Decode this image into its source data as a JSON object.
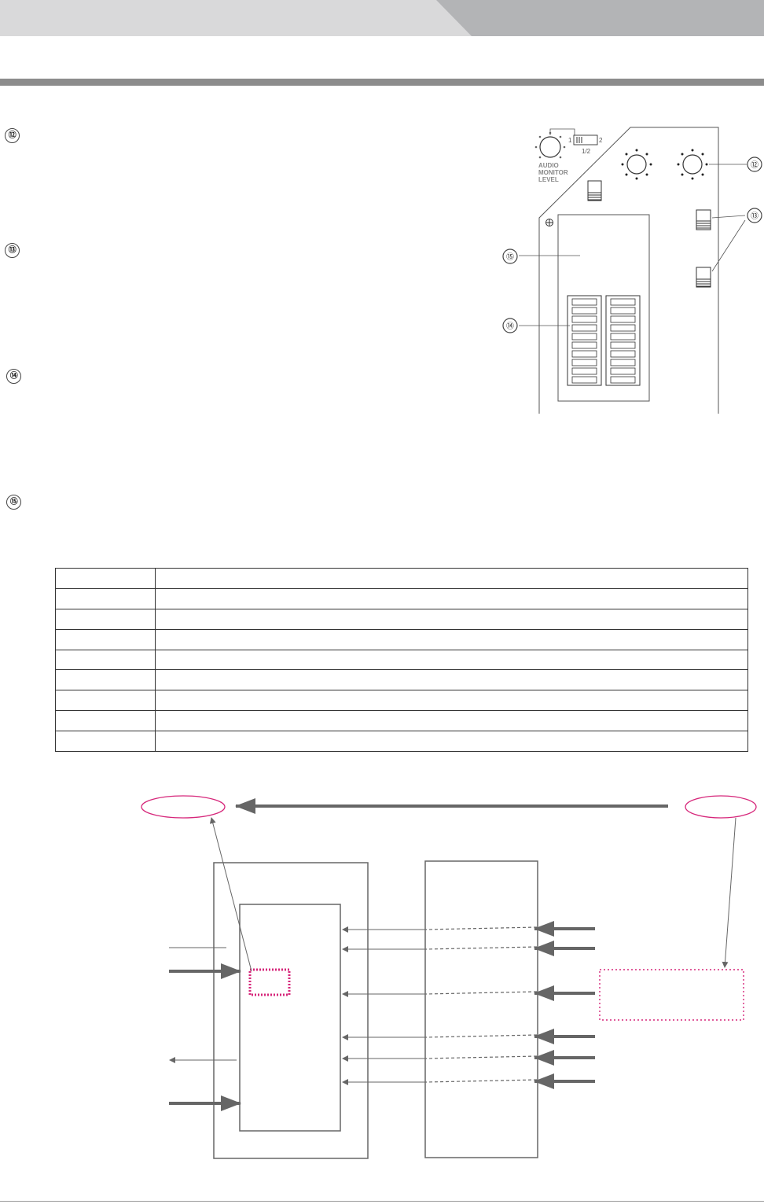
{
  "header": {
    "colors": {
      "band_left": "#d9d9da",
      "band_right": "#b3b4b6",
      "rule": "#8c8c8c"
    }
  },
  "sections": [
    {
      "number": "⑫"
    },
    {
      "number": "⑬"
    },
    {
      "number": "⑭"
    },
    {
      "number": "⑮"
    }
  ],
  "panel": {
    "audio_monitor_label": [
      "AUDIO",
      "MONITOR",
      "LEVEL"
    ],
    "switch_labels": {
      "one": "1",
      "two": "2",
      "one_two": "1/2"
    },
    "callouts": {
      "c12": "⑫",
      "c13": "⑬",
      "c14": "⑭",
      "c15": "⑮"
    }
  },
  "table": {
    "rows": [
      [
        "",
        ""
      ],
      [
        "",
        ""
      ],
      [
        "",
        ""
      ],
      [
        "",
        ""
      ],
      [
        "",
        ""
      ],
      [
        "",
        ""
      ],
      [
        "",
        ""
      ],
      [
        "",
        ""
      ],
      [
        "",
        ""
      ]
    ]
  },
  "diagram": {
    "colors": {
      "highlight": "#d6267a",
      "line": "#666666"
    },
    "icons": [
      "arrow-left-icon",
      "arrow-right-icon"
    ]
  }
}
